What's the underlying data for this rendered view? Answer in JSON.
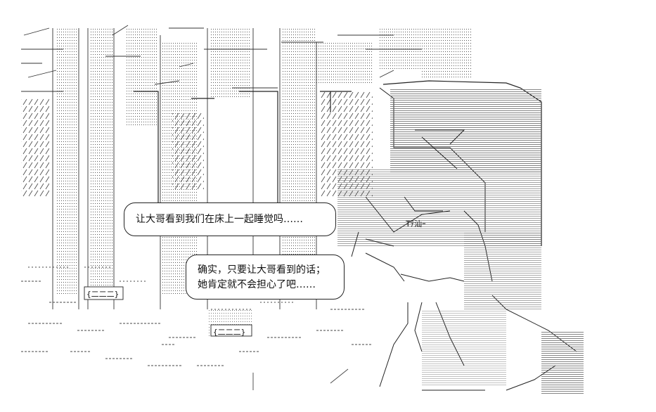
{
  "bubbles": {
    "first": {
      "line1": "让大哥看到我们在床上一起睡觉吗……"
    },
    "second": {
      "line1": "确实，只要让大哥看到的话；",
      "line2": "她肯定就不会担心了吧……"
    }
  },
  "sign_texts": {
    "left_box": "{二二二}",
    "bottom_box": "{二二二}",
    "mark": "Tﾃ汕ｰ"
  },
  "colors": {
    "ink": "#333333",
    "fill": "#ffffff"
  }
}
